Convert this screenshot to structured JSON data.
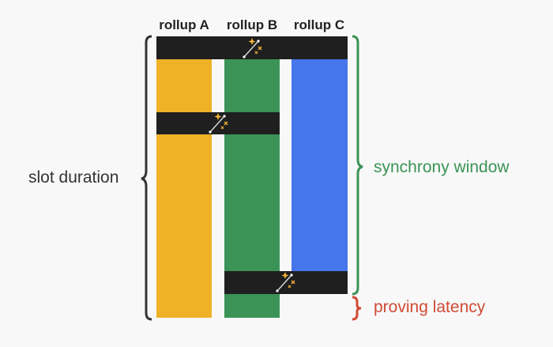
{
  "columns": [
    {
      "label": "rollup A",
      "color": "#eeb128"
    },
    {
      "label": "rollup B",
      "color": "#3b9356"
    },
    {
      "label": "rollup C",
      "color": "#4676eb"
    }
  ],
  "labels": {
    "slot_duration": "slot duration",
    "synchrony_window": "synchrony window",
    "proving_latency": "proving latency"
  },
  "colors": {
    "band": "#1f1f1f",
    "slot_brace": "#333333",
    "synchrony_brace": "#3b9356",
    "proving_brace": "#d04b36",
    "wand_spark": "#f2b13a"
  },
  "icons": [
    "magic-wand-icon"
  ]
}
